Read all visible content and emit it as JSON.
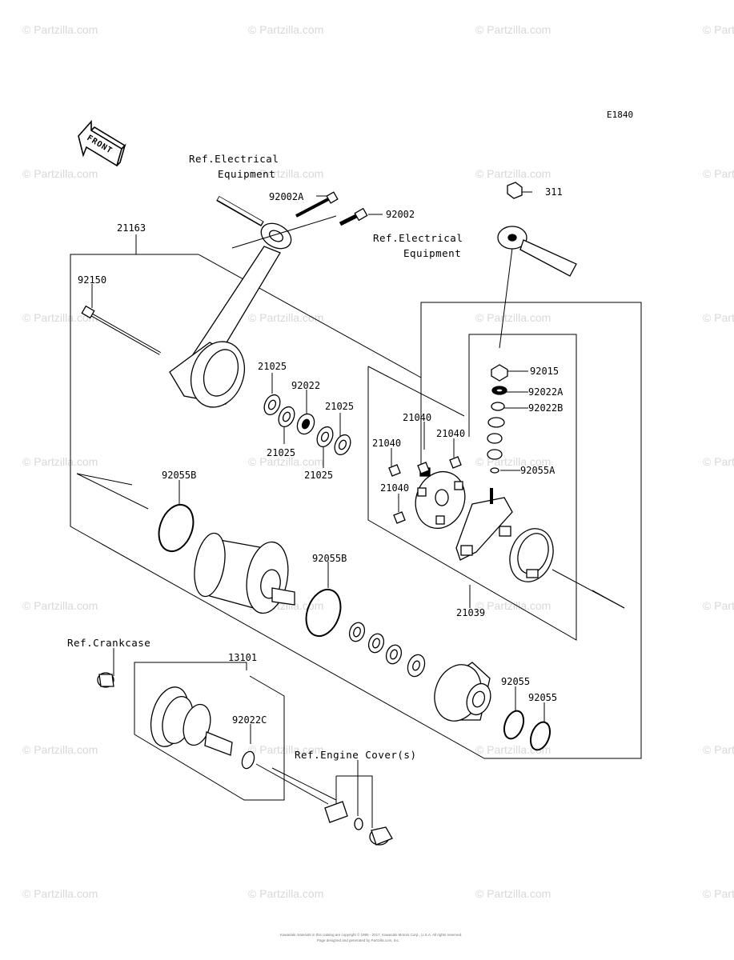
{
  "diagram_code": "E1840",
  "front_label": "FRONT",
  "watermark": "© Partzilla.com",
  "references": {
    "electrical_1": [
      "Ref.Electrical",
      "Equipment"
    ],
    "electrical_2": [
      "Ref.Electrical",
      "Equipment"
    ],
    "crankcase": "Ref.Crankcase",
    "engine_cover": "Ref.Engine Cover(s)"
  },
  "parts": {
    "p21163": "21163",
    "p92150": "92150",
    "p92002a": "92002A",
    "p92002": "92002",
    "p311": "311",
    "p92015": "92015",
    "p92022a": "92022A",
    "p92022b": "92022B",
    "p92055a": "92055A",
    "p21025_1": "21025",
    "p92022": "92022",
    "p21025_2": "21025",
    "p21025_3": "21025",
    "p21025_4": "21025",
    "p21040_1": "21040",
    "p21040_2": "21040",
    "p21040_3": "21040",
    "p21040_4": "21040",
    "p92055b_1": "92055B",
    "p92055b_2": "92055B",
    "p21039": "21039",
    "p13101": "13101",
    "p92022c": "92022C",
    "p92055_1": "92055",
    "p92055_2": "92055"
  },
  "footer": {
    "line1": "Kawasaki materials in this catalog are copyright © 1995 - 2017, Kawasaki Motors Corp., U.S.A. All rights reserved.",
    "line2": "Page designed and generated by Partzilla.com, Inc."
  }
}
